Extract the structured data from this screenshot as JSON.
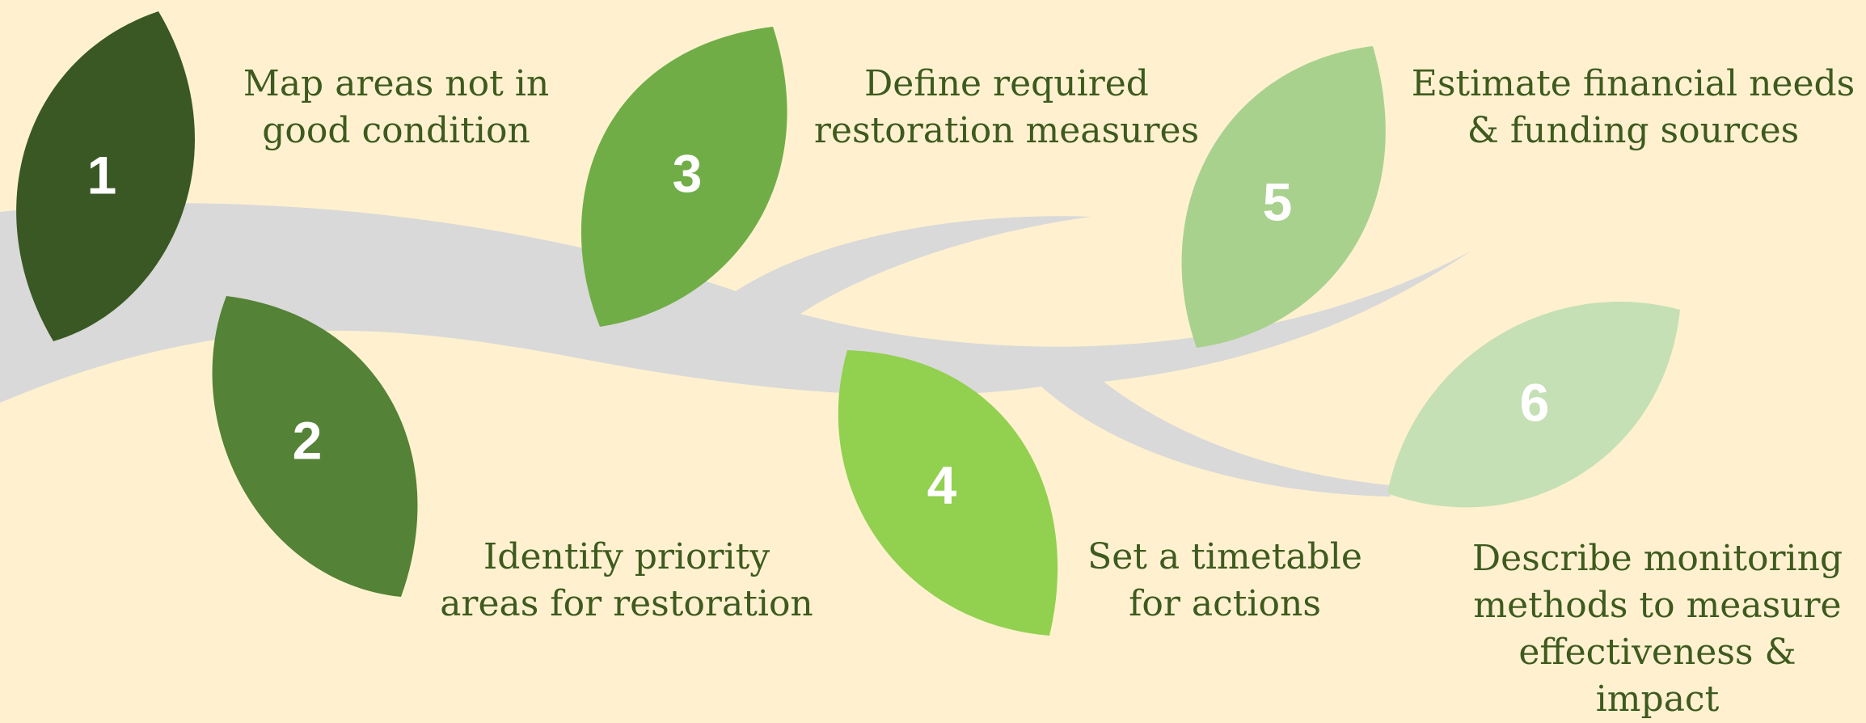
{
  "steps": [
    {
      "number": "1",
      "text": "Map areas not in\ngood condition",
      "color": "#3a5824"
    },
    {
      "number": "2",
      "text": "Identify priority\nareas for restoration",
      "color": "#548236"
    },
    {
      "number": "3",
      "text": "Define required\nrestoration measures",
      "color": "#70ad47"
    },
    {
      "number": "4",
      "text": "Set a timetable\nfor actions",
      "color": "#92d050"
    },
    {
      "number": "5",
      "text": "Estimate financial needs\n& funding sources",
      "color": "#a9d18e"
    },
    {
      "number": "6",
      "text": "Describe monitoring\nmethods to measure\neffectiveness &\nimpact",
      "color": "#c5e0b4"
    }
  ],
  "colors": {
    "background": "#fff1cf",
    "branch": "#d9d9d9",
    "text": "#3e5a1f"
  }
}
